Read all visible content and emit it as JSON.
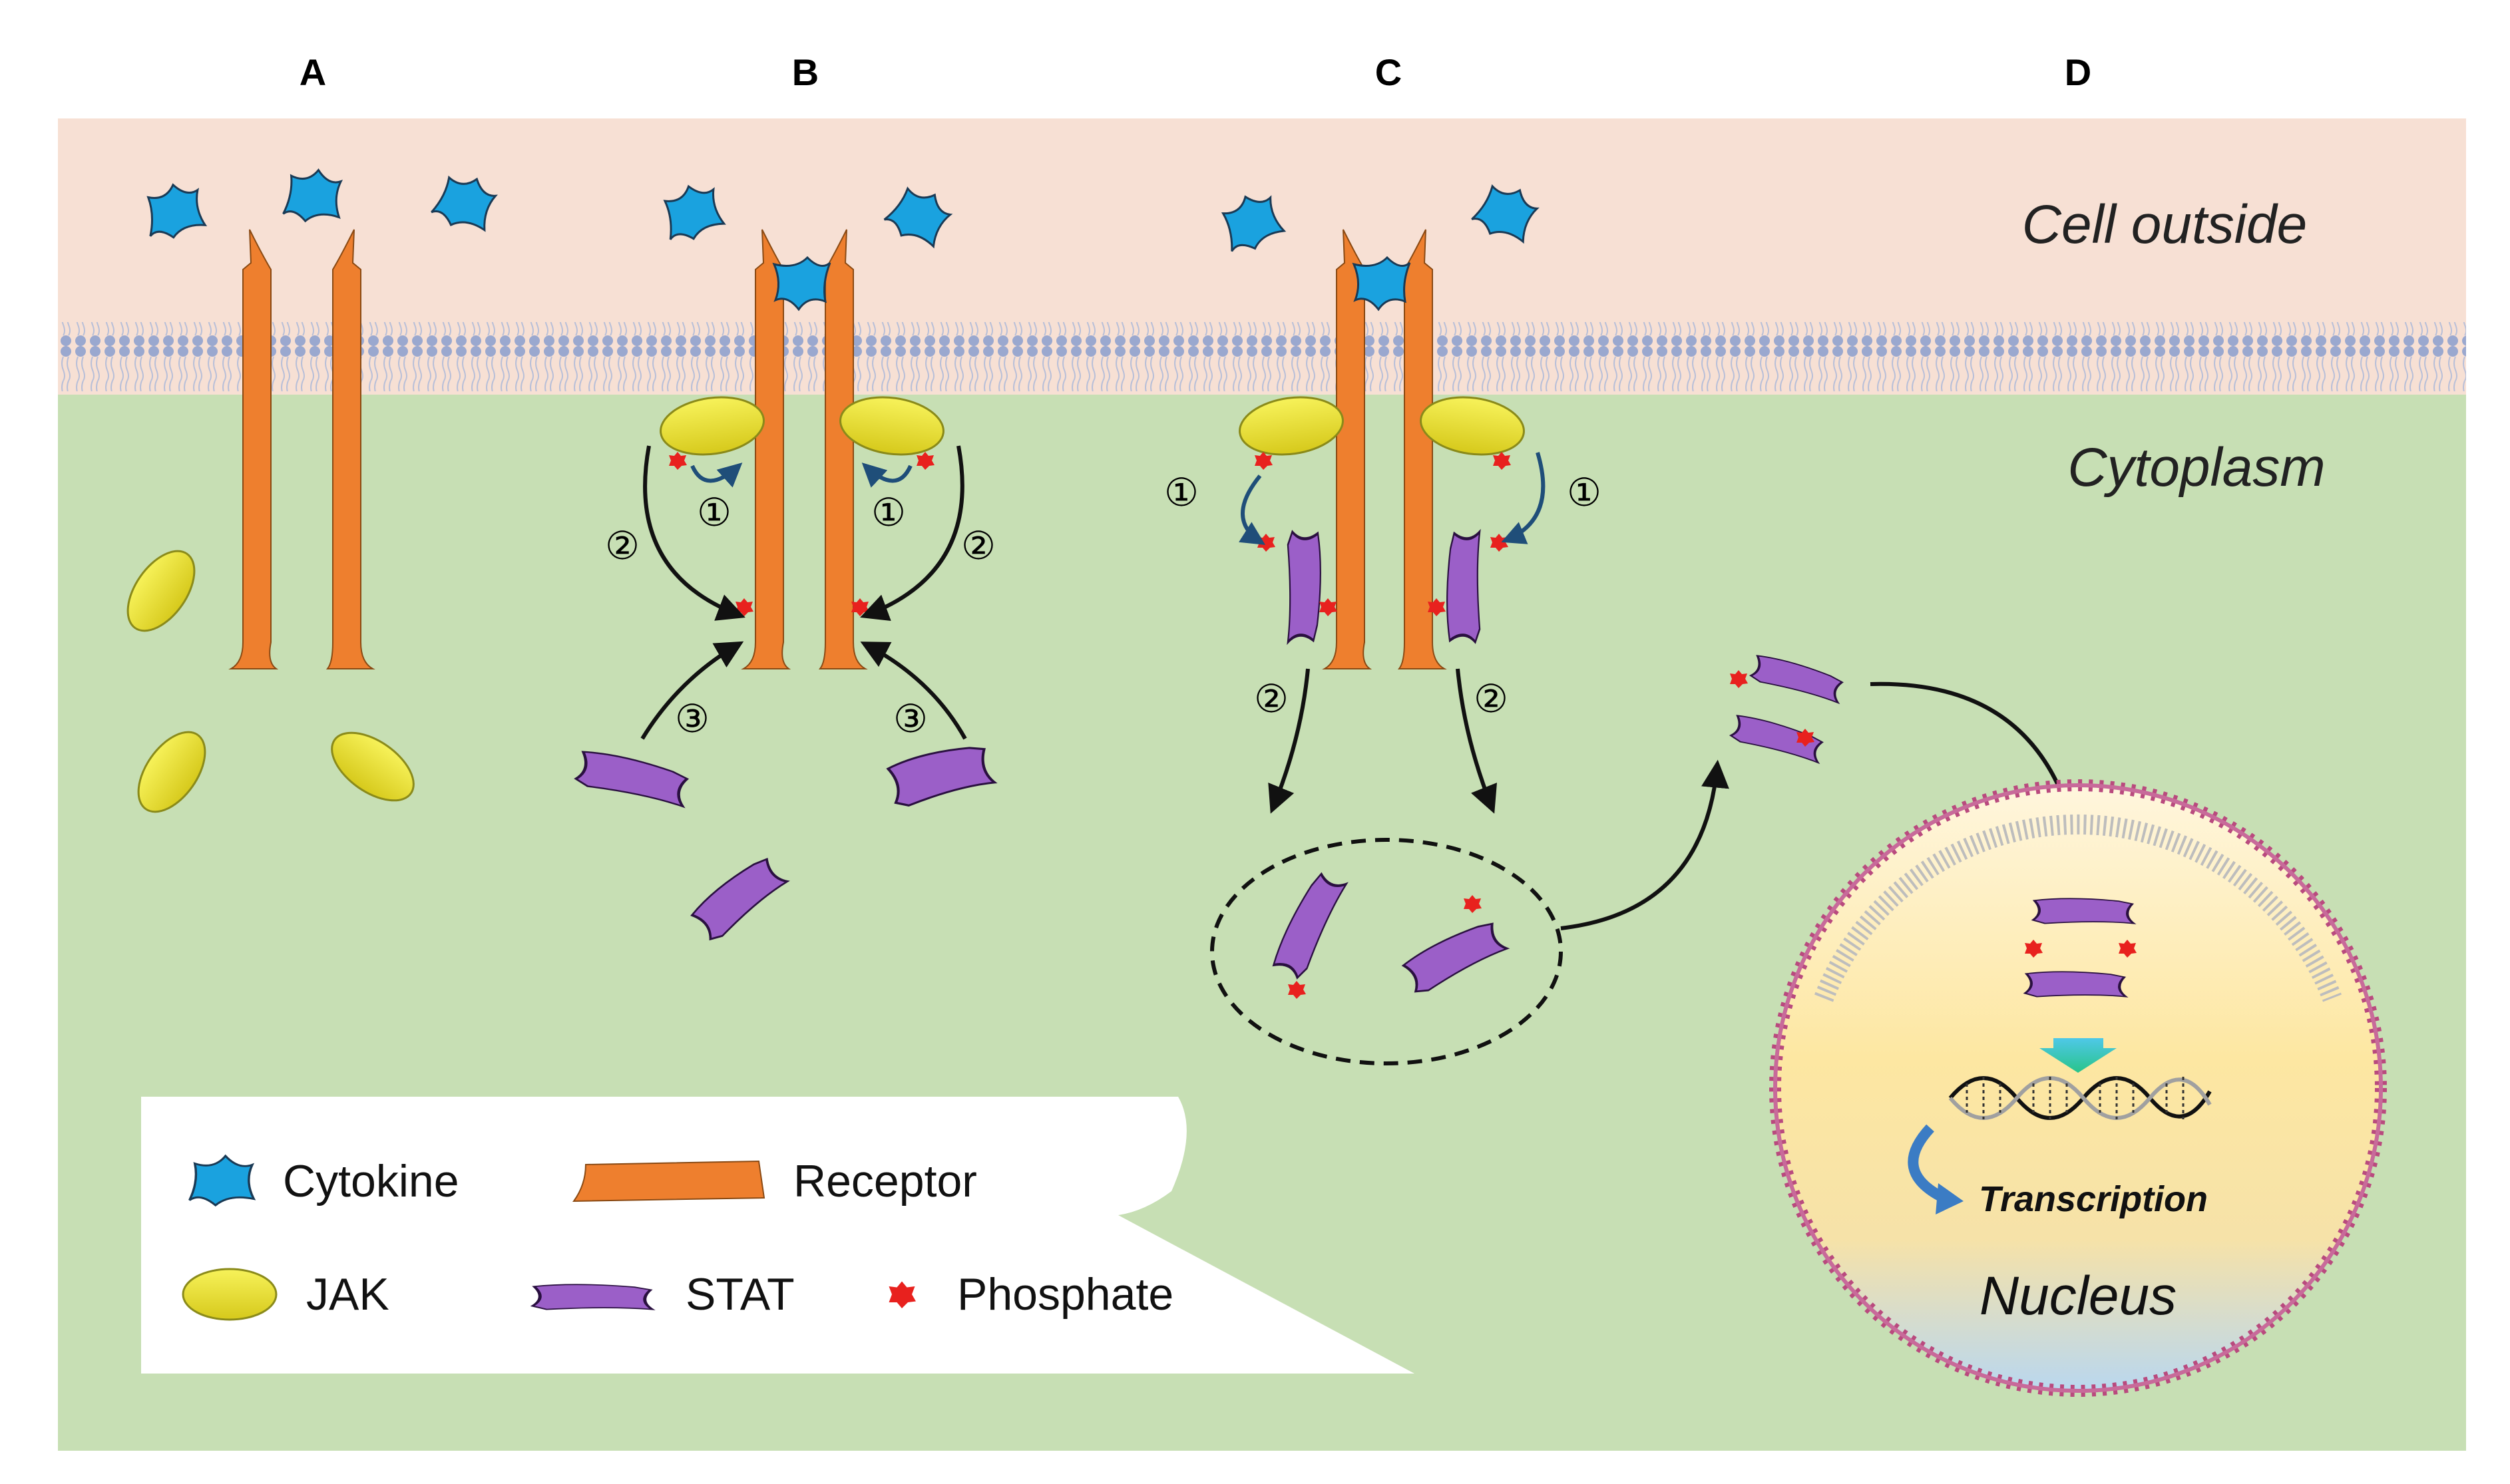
{
  "panels": [
    "A",
    "B",
    "C",
    "D"
  ],
  "regions": {
    "outside": "Cell outside",
    "cytoplasm": "Cytoplasm",
    "nucleus": "Nucleus"
  },
  "transcription": "Transcription",
  "steps": {
    "one": "①",
    "two": "②",
    "three": "③"
  },
  "legend": {
    "cytokine": "Cytokine",
    "receptor": "Receptor",
    "jak": "JAK",
    "stat": "STAT",
    "phosphate": "Phosphate"
  },
  "colors": {
    "outside_bg": "#f7e0d4",
    "cytoplasm_bg": "#c7dfb4",
    "membrane_head": "#9aa8cf",
    "receptor": "#ee7f2e",
    "cytokine": "#1aa2df",
    "jak": "#e6e02a",
    "stat": "#9b5fc8",
    "phosphate": "#e8211e",
    "nucleus_rim": "#b94a7e"
  },
  "icons": {
    "cytokine": "cytokine-icon",
    "receptor": "receptor-icon",
    "jak": "jak-icon",
    "stat": "stat-icon",
    "phosphate": "phosphate-icon",
    "dna": "dna-helix-icon",
    "transcription_arrow": "curved-arrow-icon",
    "down_arrow": "down-arrow-icon"
  }
}
